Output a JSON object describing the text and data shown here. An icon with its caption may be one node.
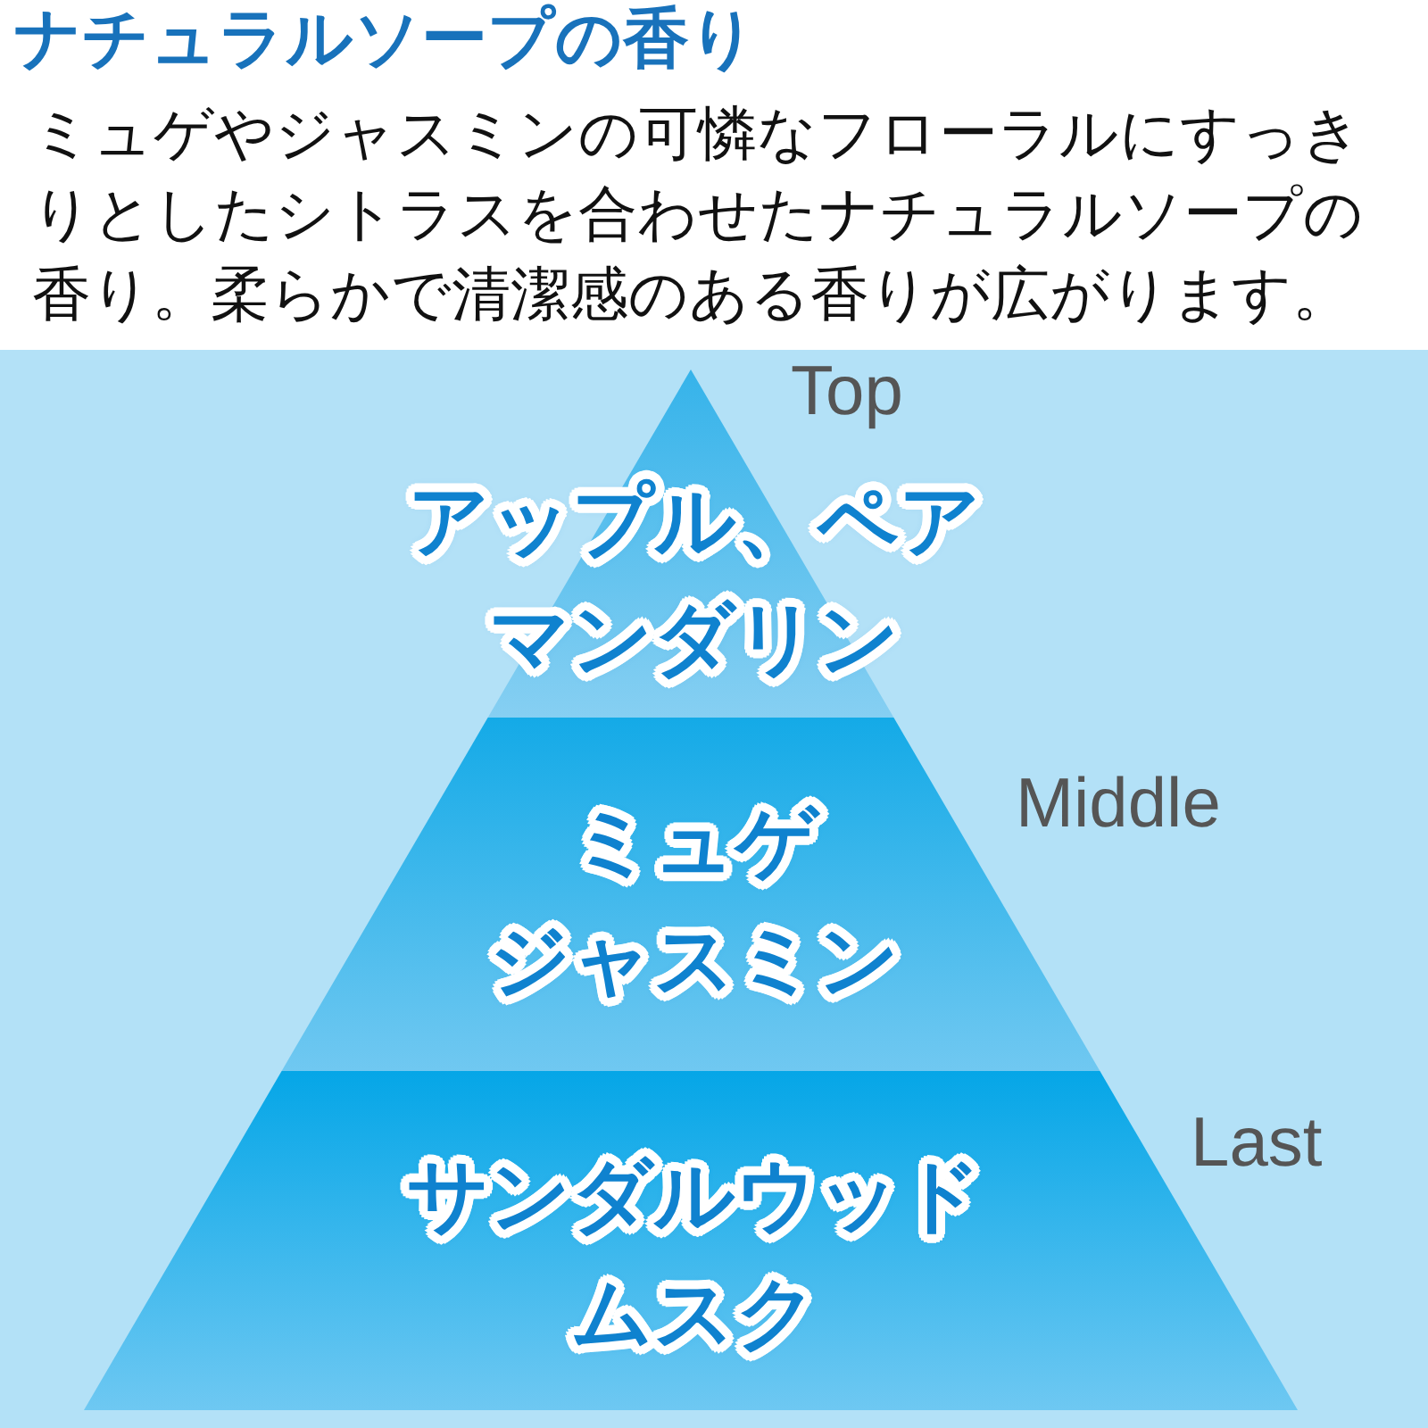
{
  "diagram": {
    "title": "ナチュラルソープの香り",
    "nodes": [
      {
        "text": [
          "アップル、ペア",
          "マンダリン"
        ],
        "beside": [
          "Top"
        ]
      },
      {
        "text": [
          "ミュゲ",
          "ジャスミン"
        ],
        "beside": [
          "Middle"
        ]
      },
      {
        "text": [
          "サンダルウッド",
          "ムスク"
        ],
        "beside": [
          "Last"
        ]
      }
    ],
    "labels": [
      "ミュゲやジャスミンの可憐なフローラルにすっきりとしたシトラスを合わせたナチュラルソープの香り。柔らかで清潔感のある香りが広がります。"
    ]
  }
}
